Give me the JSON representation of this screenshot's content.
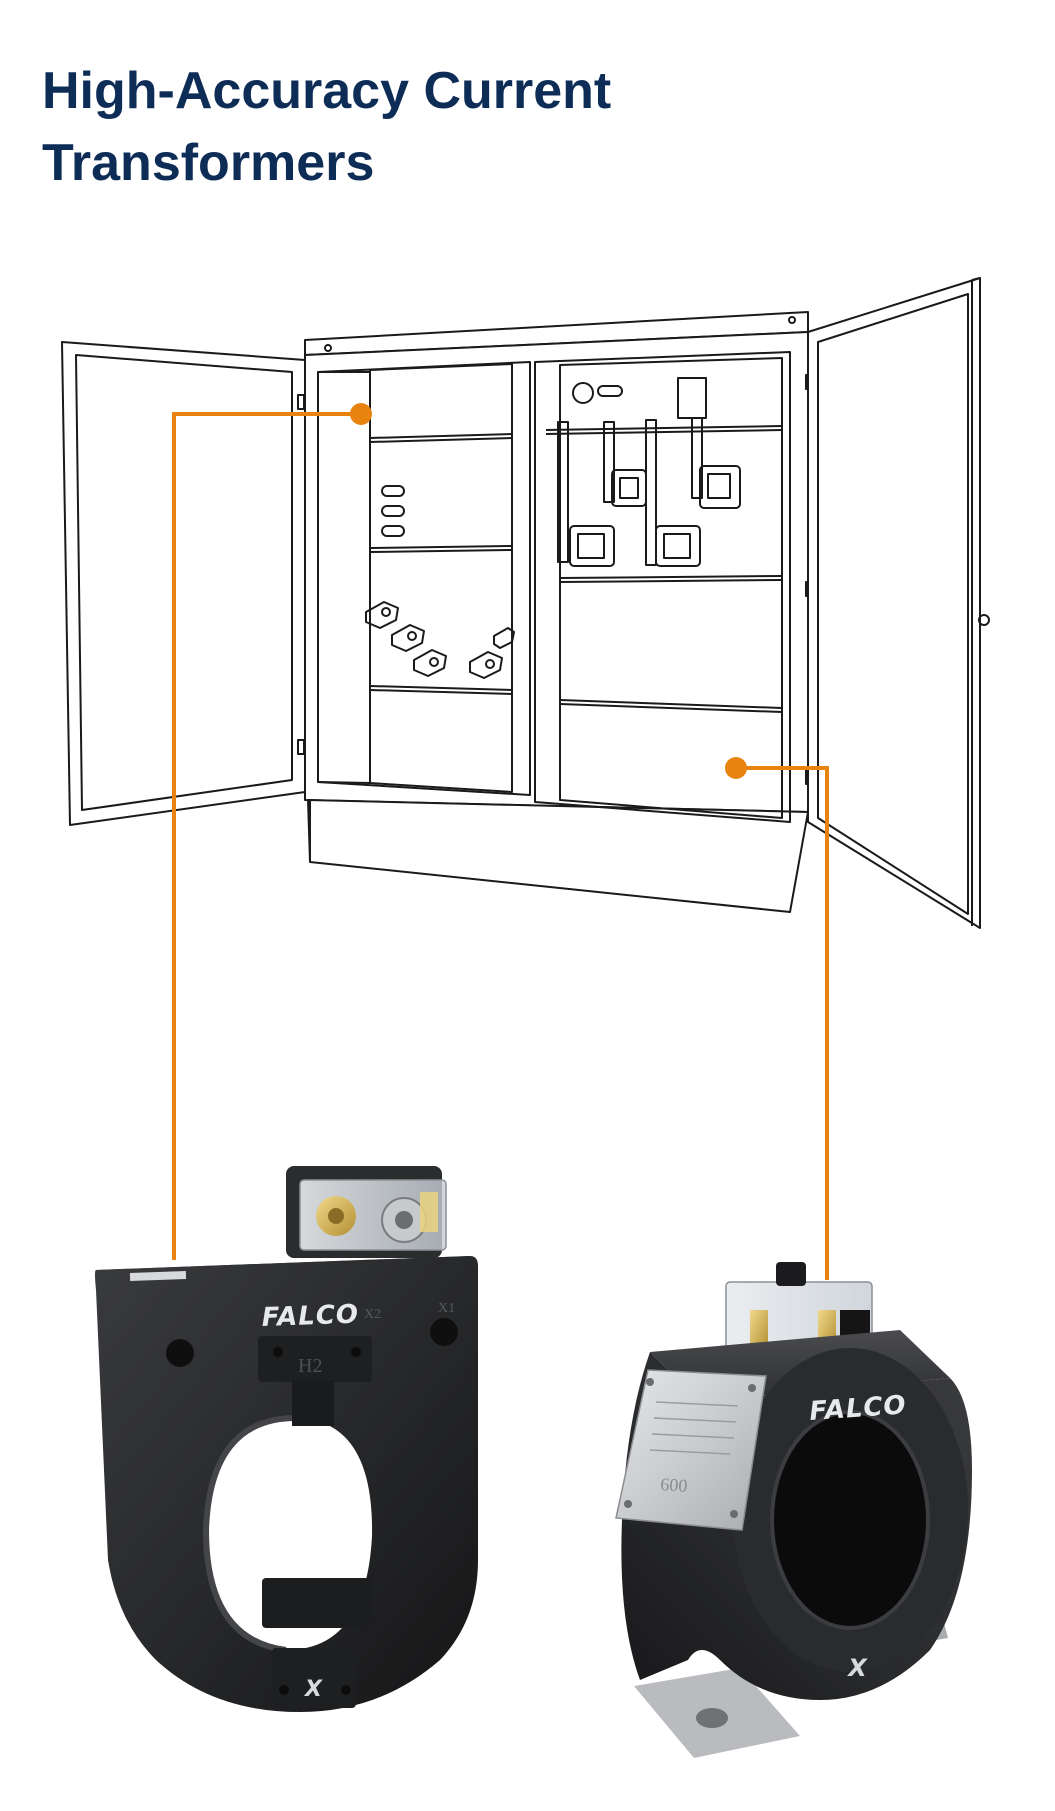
{
  "page": {
    "title_line1": "High-Accuracy Current",
    "title_line2": "Transformers"
  },
  "products": {
    "left": {
      "brand": "FALCO",
      "label_h2": "H2",
      "label_x1": "X1",
      "label_x2": "X2"
    },
    "right": {
      "brand": "FALCO",
      "nameplate_value": "600"
    }
  },
  "colors": {
    "title": "#0d2d57",
    "callout": "#e8830f",
    "line_art": "#1a1a1a",
    "product_body": "#2a2b2d"
  }
}
